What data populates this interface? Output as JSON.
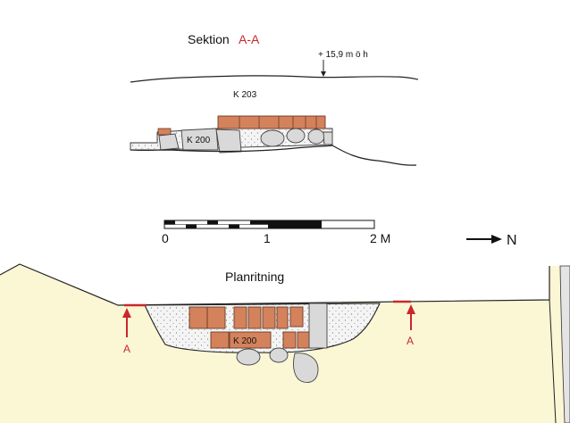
{
  "section": {
    "title_prefix": "Sektion",
    "title_marker": "A-A",
    "elevation": "+ 15,9 m ö h",
    "layer_label": "K 203",
    "feature_label": "K 200"
  },
  "scale": {
    "ticks": [
      "0",
      "1",
      "2 M"
    ]
  },
  "north": {
    "label": "N"
  },
  "plan": {
    "title": "Planritning",
    "feature_label": "K 200",
    "section_marker_left": "A",
    "section_marker_right": "A"
  },
  "colors": {
    "brick": "#d4825c",
    "stone": "#d9d9d9",
    "sand": "#fbf6d4",
    "marker": "#c8282d"
  }
}
